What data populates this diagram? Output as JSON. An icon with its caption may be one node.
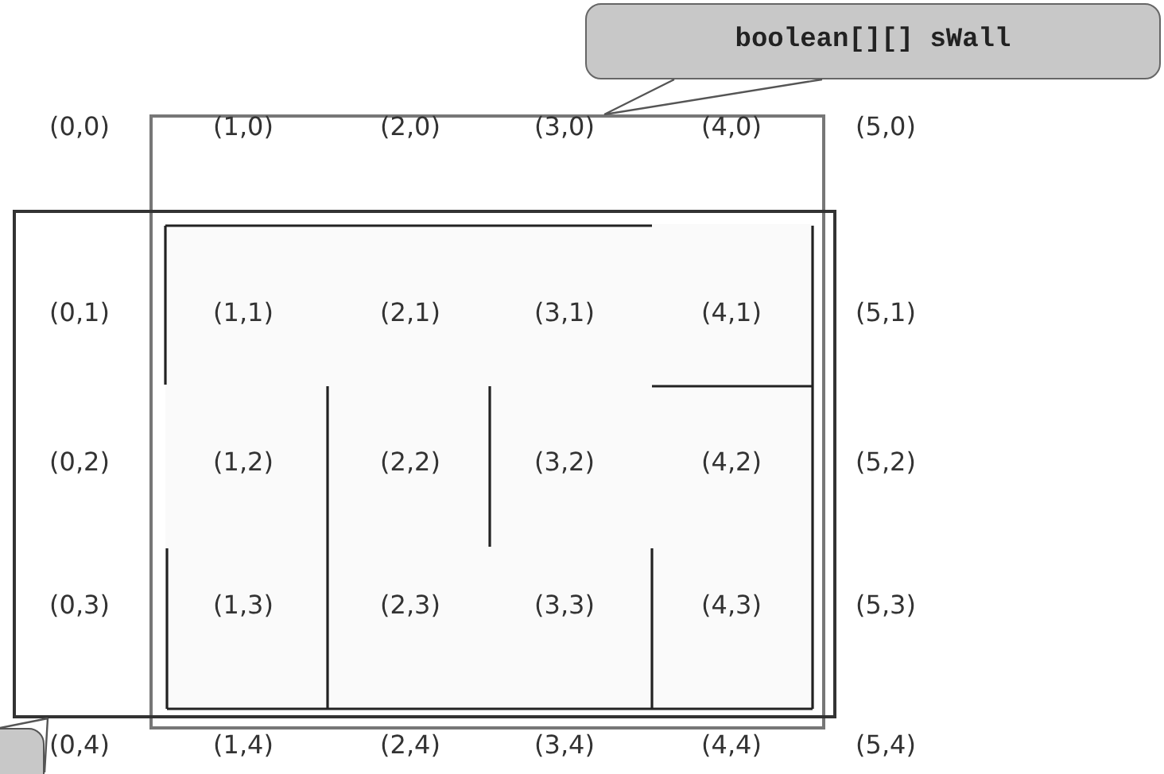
{
  "diagram": {
    "nodes": [
      {
        "text": [
          "boolean[][] sWall"
        ]
      },
      {
        "text": [],
        "shape": "box"
      },
      {
        "text": [],
        "shape": "box"
      },
      {
        "text": [],
        "shape": "callout"
      }
    ],
    "edges": [
      {
        "from": 0,
        "to": 1,
        "arrow": "none"
      },
      {
        "from": 3,
        "to": 2,
        "arrow": "none"
      }
    ],
    "labels": [
      "(0,0)",
      "(1,0)",
      "(2,0)",
      "(3,0)",
      "(4,0)",
      "(5,0)",
      "(0,1)",
      "(1,1)",
      "(2,1)",
      "(3,1)",
      "(4,1)",
      "(5,1)",
      "(0,2)",
      "(1,2)",
      "(2,2)",
      "(3,2)",
      "(4,2)",
      "(5,2)",
      "(0,3)",
      "(1,3)",
      "(2,3)",
      "(3,3)",
      "(4,3)",
      "(5,3)",
      "(0,4)",
      "(1,4)",
      "(2,4)",
      "(3,4)",
      "(4,4)",
      "(5,4)"
    ]
  }
}
